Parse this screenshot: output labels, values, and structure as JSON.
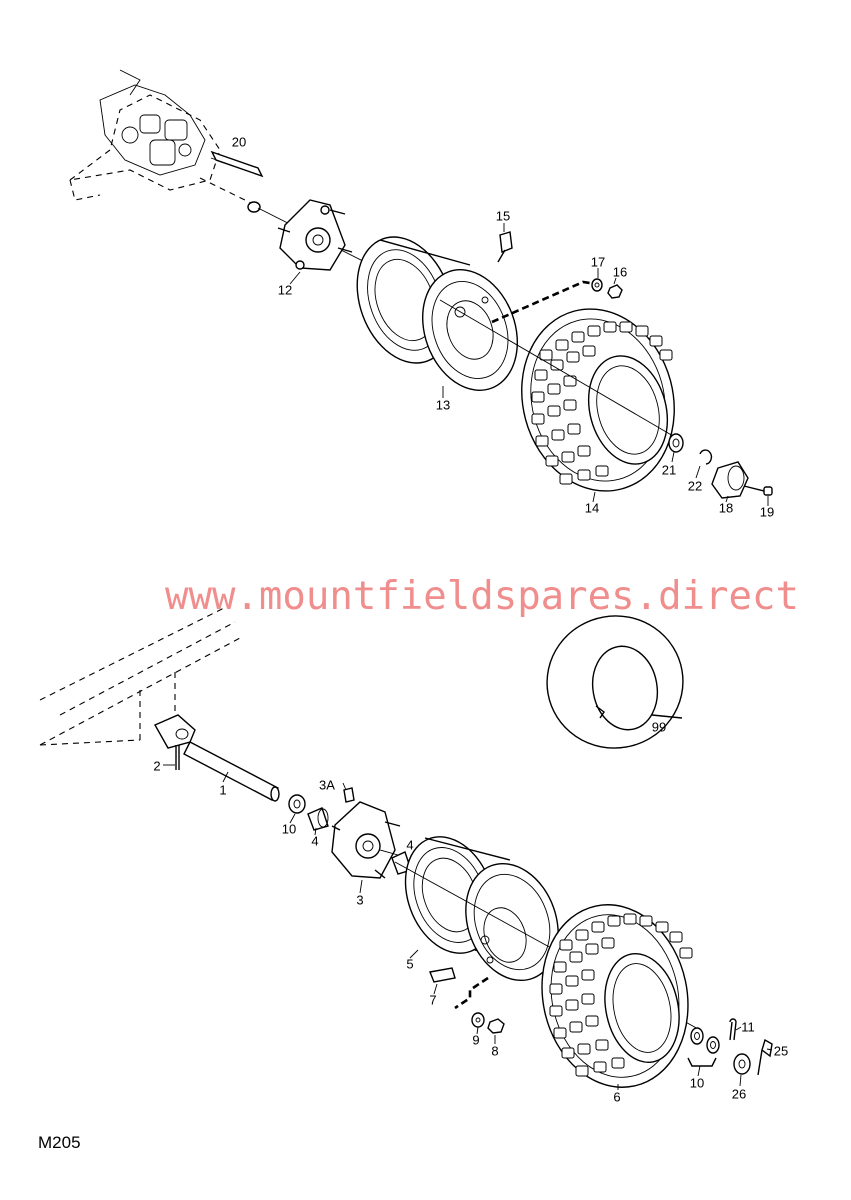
{
  "watermark": "www.mountfieldspares.direct",
  "page_code": "M205",
  "labels": {
    "p20": "20",
    "p15": "15",
    "p17": "17",
    "p16": "16",
    "p12": "12",
    "p13": "13",
    "p21": "21",
    "p22": "22",
    "p18": "18",
    "p19": "19",
    "p14": "14",
    "p99": "99",
    "p2": "2",
    "p1": "1",
    "p3a": "3A",
    "p10a": "10",
    "p4a": "4",
    "p4b": "4",
    "p3": "3",
    "p5": "5",
    "p7": "7",
    "p9": "9",
    "p8": "8",
    "p11": "11",
    "p25": "25",
    "p10b": "10",
    "p26": "26",
    "p6": "6"
  }
}
